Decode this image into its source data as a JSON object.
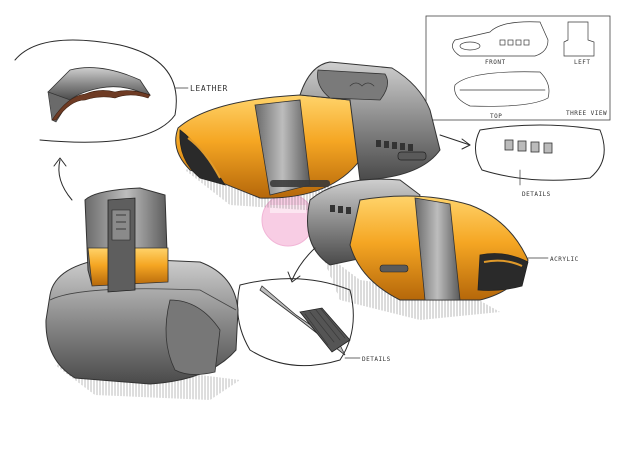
{
  "labels": {
    "leather": "LEATHER",
    "details_top": "DETAILS",
    "acrylic": "ACRYLIC",
    "details_bottom": "DETAILS"
  },
  "three_view": {
    "front": "FRONT",
    "left": "LEFT",
    "top": "TOP",
    "title": "THREE VIEW"
  },
  "colors": {
    "orange": "#f0a21e",
    "orange_dark": "#c9770c",
    "grey": "#8c8c8c",
    "grey_dark": "#555555",
    "grey_light": "#c4c4c4",
    "pink_stamp": "#f08cc0"
  }
}
